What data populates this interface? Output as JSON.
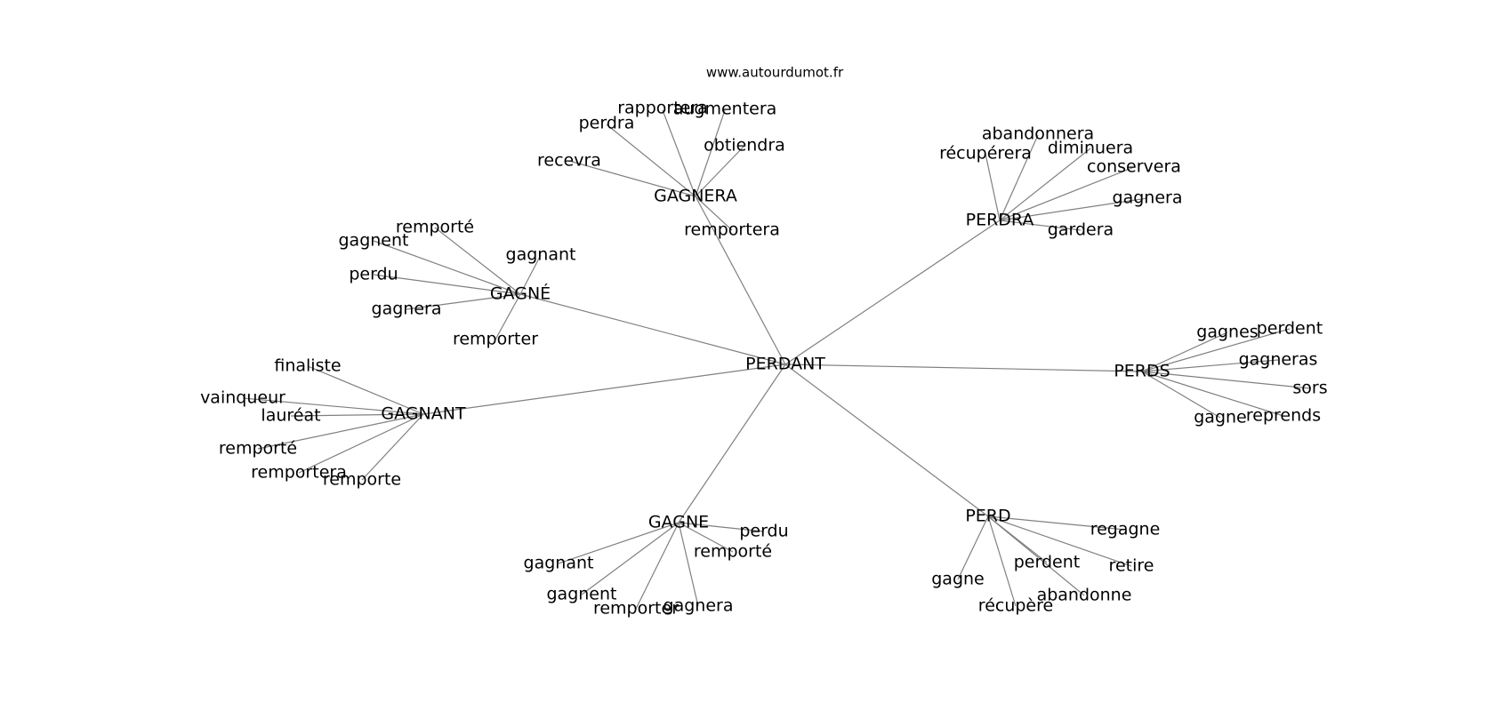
{
  "header": {
    "site": "www.autourdumot.fr"
  },
  "graph": {
    "root": "PERDANT",
    "clusters": [
      {
        "hub": "GAGNERA",
        "leaves": [
          "rapportera",
          "augmentera",
          "perdra",
          "obtiendra",
          "recevra",
          "remportera"
        ]
      },
      {
        "hub": "PERDRA",
        "leaves": [
          "abandonnera",
          "récupérera",
          "diminuera",
          "conservera",
          "gagnera",
          "gardera"
        ]
      },
      {
        "hub": "GAGNÉ",
        "leaves": [
          "remporté",
          "gagnent",
          "gagnant",
          "perdu",
          "gagnera",
          "remporter"
        ]
      },
      {
        "hub": "PERDS",
        "leaves": [
          "gagnes",
          "perdent",
          "gagneras",
          "sors",
          "gagne",
          "reprends"
        ]
      },
      {
        "hub": "GAGNANT",
        "leaves": [
          "finaliste",
          "vainqueur",
          "lauréat",
          "remporté",
          "remportera",
          "remporte"
        ]
      },
      {
        "hub": "GAGNE",
        "leaves": [
          "perdu",
          "remporté",
          "gagnant",
          "gagnent",
          "remporter",
          "gagnera"
        ]
      },
      {
        "hub": "PERD",
        "leaves": [
          "regagne",
          "perdent",
          "retire",
          "gagne",
          "abandonne",
          "récupère"
        ]
      }
    ]
  }
}
